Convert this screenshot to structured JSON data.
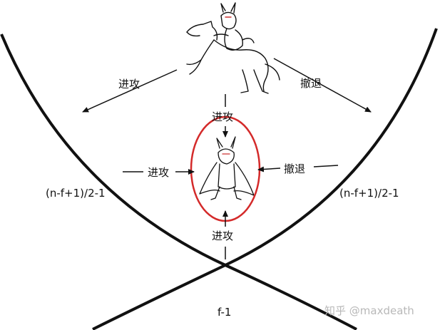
{
  "labels": {
    "attack": "进攻",
    "retreat": "撤退",
    "threshold": "(n-f+1)/2-1",
    "bottom": "f-1"
  },
  "watermark": "知乎 @maxdeath",
  "colors": {
    "ink": "#111111",
    "ellipse": "#d42a2a",
    "watermark": "#b8b8b8",
    "background": "#ffffff"
  },
  "figures": {
    "top": "knight-on-horse-sketch",
    "center": "caped-bunny-hero-sketch"
  }
}
